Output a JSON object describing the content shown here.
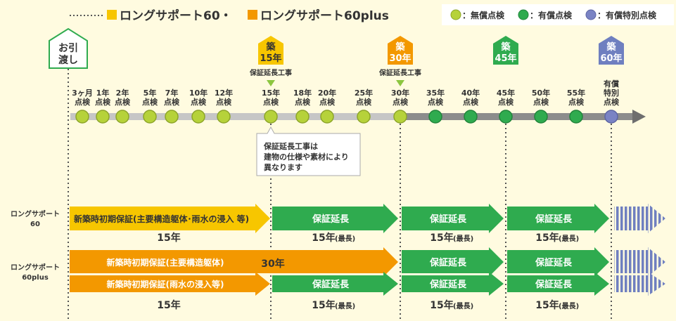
{
  "header": {
    "plan60_label": "ロングサポート60・",
    "plan60plus_label": "ロングサポート60plus",
    "colors": {
      "plan60": "#f7c600",
      "plan60plus": "#f39800"
    }
  },
  "legend": {
    "free": {
      "label": "：無償点検",
      "color": "#b6d23a"
    },
    "paid": {
      "label": "：有償点検",
      "color": "#2fab4f"
    },
    "special": {
      "label": "：有償特別点検",
      "color": "#7a83c4"
    }
  },
  "handover": {
    "line1": "お引",
    "line2": "渡し"
  },
  "milestones": [
    {
      "top": "築",
      "bottom": "15年",
      "color": "#f7c600",
      "note": "保証延長工事"
    },
    {
      "top": "築",
      "bottom": "30年",
      "color": "#f39800",
      "note": "保証延長工事"
    },
    {
      "top": "築",
      "bottom": "45年",
      "color": "#2fab4f",
      "note": ""
    },
    {
      "top": "築",
      "bottom": "60年",
      "color": "#6f7fc0",
      "note": ""
    }
  ],
  "inspections": [
    {
      "line1": "3ヶ月",
      "line2": "点検",
      "kind": "free"
    },
    {
      "line1": "1年",
      "line2": "点検",
      "kind": "free"
    },
    {
      "line1": "2年",
      "line2": "点検",
      "kind": "free"
    },
    {
      "line1": "5年",
      "line2": "点検",
      "kind": "free"
    },
    {
      "line1": "7年",
      "line2": "点検",
      "kind": "free"
    },
    {
      "line1": "10年",
      "line2": "点検",
      "kind": "free"
    },
    {
      "line1": "12年",
      "line2": "点検",
      "kind": "free"
    },
    {
      "line1": "15年",
      "line2": "点検",
      "kind": "free"
    },
    {
      "line1": "18年",
      "line2": "点検",
      "kind": "free"
    },
    {
      "line1": "20年",
      "line2": "点検",
      "kind": "free"
    },
    {
      "line1": "25年",
      "line2": "点検",
      "kind": "free"
    },
    {
      "line1": "30年",
      "line2": "点検",
      "kind": "free"
    },
    {
      "line1": "35年",
      "line2": "点検",
      "kind": "paid"
    },
    {
      "line1": "40年",
      "line2": "点検",
      "kind": "paid"
    },
    {
      "line1": "45年",
      "line2": "点検",
      "kind": "paid"
    },
    {
      "line1": "50年",
      "line2": "点検",
      "kind": "paid"
    },
    {
      "line1": "55年",
      "line2": "点検",
      "kind": "paid"
    },
    {
      "line0": "有償",
      "line1": "特別",
      "line2": "点検",
      "kind": "special"
    }
  ],
  "callout": {
    "line1": "保証延長工事は",
    "line2": "建物の仕様や素材により",
    "line3": "異なります"
  },
  "rows": {
    "plan60": {
      "label1": "ロングサポート",
      "label2": "60",
      "initial": "新築時初期保証(主要構造躯体･雨水の浸入 等)",
      "initial_years": "15年",
      "extension": "保証延長",
      "ext_years": "15年",
      "ext_suffix": "(最長)"
    },
    "plan60plus": {
      "label1": "ロングサポート",
      "label2": "60plus",
      "initial_structure": "新築時初期保証(主要構造躯体)",
      "structure_years": "30年",
      "initial_water": "新築時初期保証(雨水の浸入等)",
      "water_years": "15年",
      "extension": "保証延長",
      "ext_years": "15年",
      "ext_suffix": "(最長)"
    }
  }
}
